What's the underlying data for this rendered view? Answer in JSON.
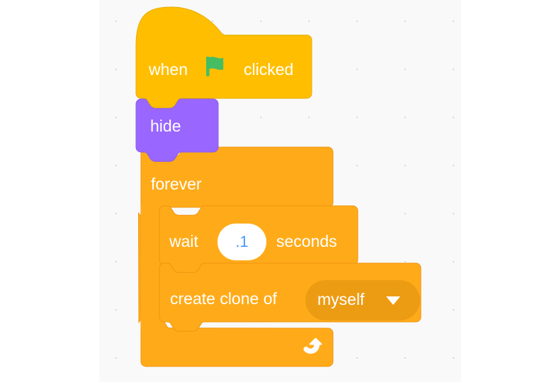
{
  "workspace": {
    "name": "scratch-block-workspace",
    "background_color": "#f9f9f9",
    "grid_dot_color": "#d9d9d9",
    "page_background": "#ffffff"
  },
  "colors": {
    "events_block": "#ffbf00",
    "events_block_stroke": "#e6ac00",
    "looks_block": "#9966ff",
    "looks_block_stroke": "#8a5ceb",
    "control_block": "#ffab19",
    "control_block_stroke": "#f0930f",
    "control_input_field": "#ec9c13",
    "text_white": "#ffffff",
    "number_input_bg": "#ffffff",
    "number_input_text": "#4c97ff",
    "flag_green": "#45bd63"
  },
  "script": {
    "name": "clone-spawner-script",
    "blocks": [
      {
        "id": "when-flag-clicked",
        "type": "hat",
        "category": "events",
        "text_before": "when",
        "icon": "green-flag-icon",
        "text_after": "clicked"
      },
      {
        "id": "hide",
        "type": "stack",
        "category": "looks",
        "label": "hide"
      },
      {
        "id": "forever",
        "type": "c-loop",
        "category": "control",
        "label": "forever",
        "loop_arrow_icon": "loop-arrow-icon",
        "children": [
          {
            "id": "wait-seconds",
            "type": "stack",
            "category": "control",
            "text_before": "wait",
            "input_value": ".1",
            "text_after": "seconds"
          },
          {
            "id": "create-clone-of",
            "type": "stack",
            "category": "control",
            "text_before": "create clone of",
            "dropdown_value": "myself",
            "dropdown_icon": "chevron-down-icon"
          }
        ]
      }
    ]
  }
}
